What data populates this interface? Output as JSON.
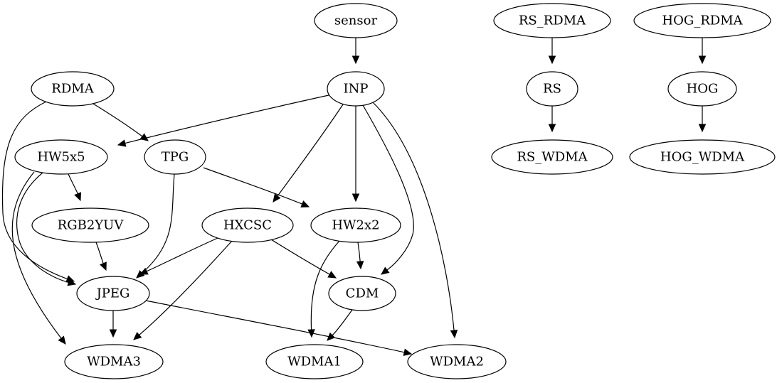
{
  "diagram": {
    "nodes": [
      {
        "id": "sensor",
        "label": "sensor"
      },
      {
        "id": "RS_RDMA",
        "label": "RS_RDMA"
      },
      {
        "id": "HOG_RDMA",
        "label": "HOG_RDMA"
      },
      {
        "id": "RDMA",
        "label": "RDMA"
      },
      {
        "id": "INP",
        "label": "INP"
      },
      {
        "id": "RS",
        "label": "RS"
      },
      {
        "id": "HOG",
        "label": "HOG"
      },
      {
        "id": "HW5x5",
        "label": "HW5x5"
      },
      {
        "id": "TPG",
        "label": "TPG"
      },
      {
        "id": "RS_WDMA",
        "label": "RS_WDMA"
      },
      {
        "id": "HOG_WDMA",
        "label": "HOG_WDMA"
      },
      {
        "id": "RGB2YUV",
        "label": "RGB2YUV"
      },
      {
        "id": "HXCSC",
        "label": "HXCSC"
      },
      {
        "id": "HW2x2",
        "label": "HW2x2"
      },
      {
        "id": "JPEG",
        "label": "JPEG"
      },
      {
        "id": "CDM",
        "label": "CDM"
      },
      {
        "id": "WDMA3",
        "label": "WDMA3"
      },
      {
        "id": "WDMA1",
        "label": "WDMA1"
      },
      {
        "id": "WDMA2",
        "label": "WDMA2"
      }
    ],
    "edges": [
      {
        "from": "sensor",
        "to": "INP"
      },
      {
        "from": "RS_RDMA",
        "to": "RS"
      },
      {
        "from": "RS",
        "to": "RS_WDMA"
      },
      {
        "from": "HOG_RDMA",
        "to": "HOG"
      },
      {
        "from": "HOG",
        "to": "HOG_WDMA"
      },
      {
        "from": "RDMA",
        "to": "TPG"
      },
      {
        "from": "RDMA",
        "to": "JPEG"
      },
      {
        "from": "INP",
        "to": "HW5x5"
      },
      {
        "from": "INP",
        "to": "HXCSC"
      },
      {
        "from": "INP",
        "to": "HW2x2"
      },
      {
        "from": "INP",
        "to": "CDM"
      },
      {
        "from": "INP",
        "to": "WDMA2"
      },
      {
        "from": "HW5x5",
        "to": "RGB2YUV"
      },
      {
        "from": "HW5x5",
        "to": "JPEG"
      },
      {
        "from": "HW5x5",
        "to": "WDMA3"
      },
      {
        "from": "TPG",
        "to": "HW2x2"
      },
      {
        "from": "TPG",
        "to": "JPEG"
      },
      {
        "from": "RGB2YUV",
        "to": "JPEG"
      },
      {
        "from": "HXCSC",
        "to": "JPEG"
      },
      {
        "from": "HXCSC",
        "to": "CDM"
      },
      {
        "from": "HXCSC",
        "to": "WDMA3"
      },
      {
        "from": "HW2x2",
        "to": "CDM"
      },
      {
        "from": "HW2x2",
        "to": "WDMA1"
      },
      {
        "from": "JPEG",
        "to": "WDMA3"
      },
      {
        "from": "JPEG",
        "to": "WDMA2"
      },
      {
        "from": "CDM",
        "to": "WDMA1"
      }
    ]
  }
}
